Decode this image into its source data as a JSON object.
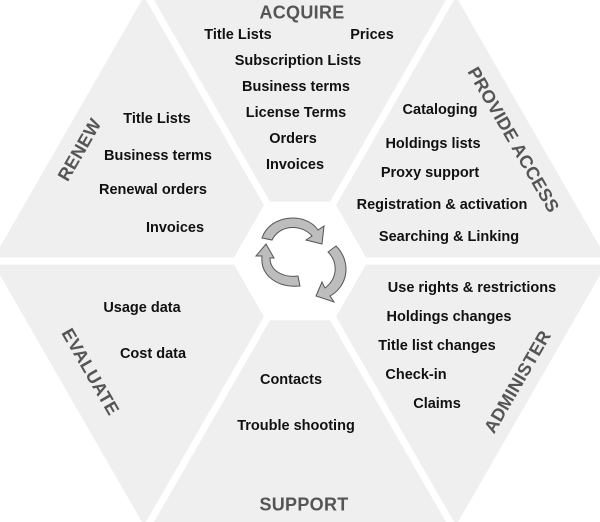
{
  "colors": {
    "segment": "#efefef",
    "heading": "#555555",
    "text": "#111111",
    "arrow": "#b8b8b8"
  },
  "center_icon": "recycle-cycle-icon",
  "segments": {
    "acquire": {
      "title": "ACQUIRE",
      "items": [
        "Title Lists",
        "Prices",
        "Subscription Lists",
        "Business terms",
        "License Terms",
        "Orders",
        "Invoices"
      ]
    },
    "provide_access": {
      "title": "PROVIDE ACCESS",
      "items": [
        "Cataloging",
        "Holdings lists",
        "Proxy support",
        "Registration & activation",
        "Searching & Linking"
      ]
    },
    "administer": {
      "title": "ADMINISTER",
      "items": [
        "Use rights & restrictions",
        "Holdings changes",
        "Title list changes",
        "Check-in",
        "Claims"
      ]
    },
    "support": {
      "title": "SUPPORT",
      "items": [
        "Contacts",
        "Trouble shooting"
      ]
    },
    "evaluate": {
      "title": "EVALUATE",
      "items": [
        "Usage data",
        "Cost data"
      ]
    },
    "renew": {
      "title": "RENEW",
      "items": [
        "Title Lists",
        "Business terms",
        "Renewal orders",
        "Invoices"
      ]
    }
  }
}
